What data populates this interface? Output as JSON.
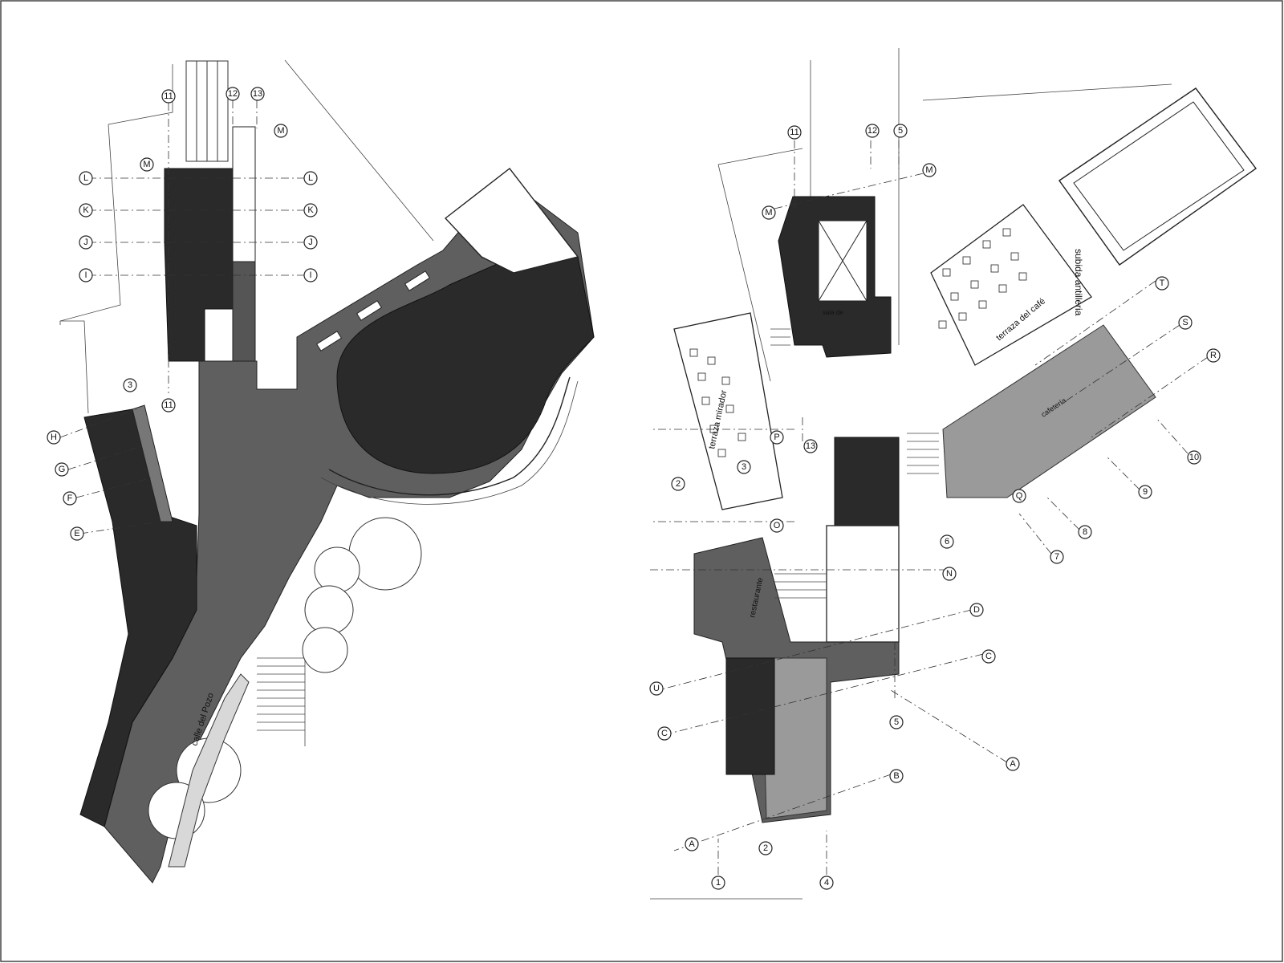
{
  "left_plan": {
    "grid_labels": [
      "11",
      "12",
      "13",
      "M",
      "L",
      "K",
      "J",
      "I",
      "M",
      "L",
      "K",
      "J",
      "I",
      "11",
      "3",
      "H",
      "G",
      "F",
      "E"
    ],
    "room_labels": [
      "calle del Pozo"
    ]
  },
  "right_plan": {
    "grid_labels": [
      "11",
      "12",
      "5",
      "M",
      "M",
      "13",
      "P",
      "O",
      "N",
      "D",
      "C",
      "B",
      "A",
      "U",
      "C",
      "A",
      "2",
      "3",
      "1",
      "4",
      "2",
      "T",
      "S",
      "R",
      "10",
      "9",
      "8",
      "7",
      "6",
      "Q",
      "5"
    ],
    "room_labels": [
      "terraza mirador",
      "terraza del café",
      "subida antilleria",
      "restaurante",
      "sala de",
      "cafetería"
    ]
  },
  "colors": {
    "dark": "#2a2a2a",
    "mid": "#5f5f5f",
    "light": "#9a9a9a",
    "line": "#222222"
  }
}
